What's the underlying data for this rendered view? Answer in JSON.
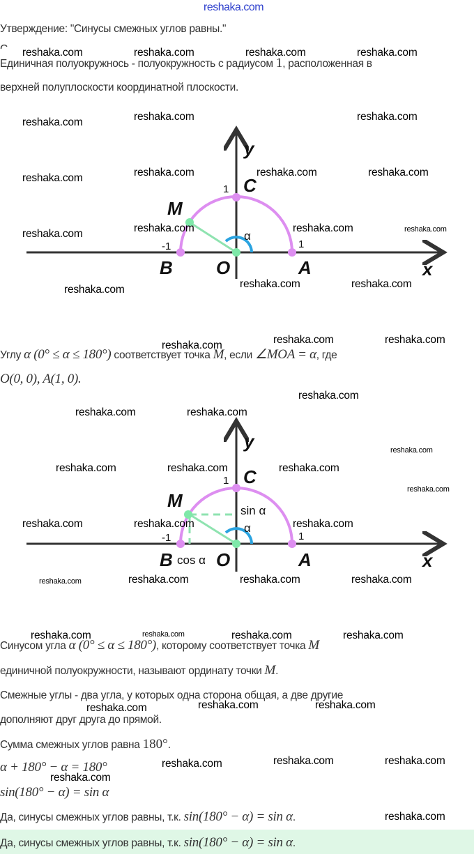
{
  "watermark": "reshaka.com",
  "statement": "Утверждение: \"Синусы смежных углов равны.\"",
  "hidden_char": "С",
  "unit_semicircle": {
    "line1_a": "Единичная полуокружнось - полуокружность с радиусом ",
    "line1_num": "1",
    "line1_b": ", расположенная в",
    "line2": "верхней полуплоскости координатной плоскости."
  },
  "diagram": {
    "axis_x": "x",
    "axis_y": "y",
    "point_A": "A",
    "point_B": "B",
    "point_C": "C",
    "point_M": "M",
    "point_O": "O",
    "one": "1",
    "minus_one": "-1",
    "alpha": "α",
    "sin_label": "sin α",
    "cos_label": "cos α",
    "colors": {
      "arc": "#dd8ef0",
      "point_green": "#7ee8a8",
      "angle": "#2aa3e0",
      "axis": "#333333"
    }
  },
  "angle_def": {
    "p1": "Углу ",
    "m1": "α (0° ≤ α ≤ 180°)",
    "p2": " соответствует точка ",
    "m2": "M",
    "p3": ", если ",
    "m3": "∠MOA = α",
    "p4": ", где",
    "line2": "O(0, 0), A(1, 0)."
  },
  "sine_def": {
    "p1": "Синусом угла ",
    "m1": "α (0° ≤ α ≤ 180°)",
    "p2": ", которому соответствует точка ",
    "m2": "M",
    "line2_a": "единичной полуокружности, называют ординату точки ",
    "line2_m": "M",
    "line2_b": "."
  },
  "adjacent_def": {
    "line1": "Смежные углы - два угла, у которых одна сторона общая, а две другие",
    "line2": "дополняют друг друга до прямой."
  },
  "sum": {
    "text": "Сумма смежных углов равна ",
    "math": "180°",
    "end": "."
  },
  "eq1": "α + 180° − α = 180°",
  "eq2": "sin(180° − α) = sin α",
  "conclusion": {
    "text": "Да, синусы смежных углов равны, т.к. ",
    "math": "sin(180° − α) = sin α",
    "end": "."
  },
  "answer": {
    "text": "Да, синусы смежных углов равны, т.к. ",
    "math": "sin(180° − α) = sin α",
    "end": "."
  }
}
